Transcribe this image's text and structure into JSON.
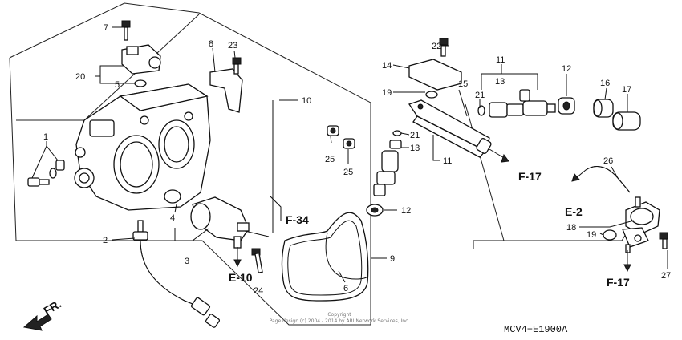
{
  "callouts": {
    "c1": "1",
    "c2": "2",
    "c3": "3",
    "c4": "4",
    "c5": "5",
    "c6": "6",
    "c7": "7",
    "c8": "8",
    "c9": "9",
    "c10": "10",
    "c11a": "11",
    "c11b": "11",
    "c12a": "12",
    "c12b": "12",
    "c13a": "13",
    "c13b": "13",
    "c14": "14",
    "c15": "15",
    "c16": "16",
    "c17": "17",
    "c18": "18",
    "c19a": "19",
    "c19b": "19",
    "c20": "20",
    "c21a": "21",
    "c21b": "21",
    "c22": "22",
    "c23": "23",
    "c24": "24",
    "c25a": "25",
    "c25b": "25",
    "c26": "26",
    "c27": "27"
  },
  "references": {
    "f34": "F-34",
    "f17a": "F-17",
    "f17b": "F-17",
    "e10": "E-10",
    "e2": "E-2"
  },
  "direction_label": "FR.",
  "diagram_code": "MCV4−E1900A",
  "copyright": {
    "line1": "Copyright",
    "line2": "Page design (c) 2004 - 2014 by ARI Network Services, Inc."
  }
}
